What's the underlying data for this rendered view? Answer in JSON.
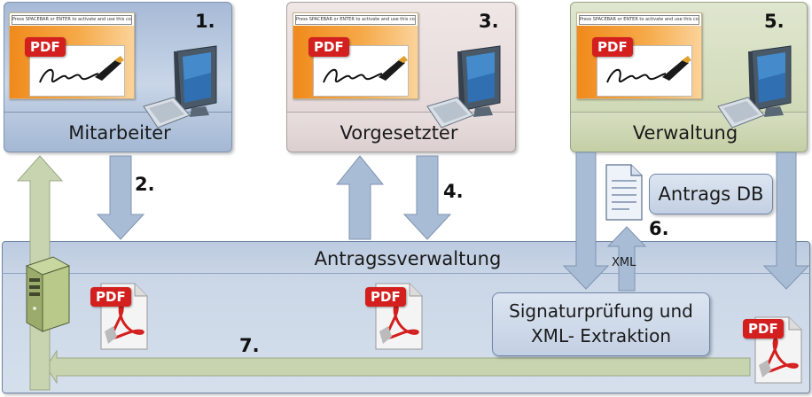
{
  "roles": [
    {
      "step": "1.",
      "label": "Mitarbeiter"
    },
    {
      "step": "3.",
      "label": "Vorgesetzter"
    },
    {
      "step": "5.",
      "label": "Verwaltung"
    }
  ],
  "doc_hint": "Press SPACEBAR or ENTER to activate and use this control",
  "pdf_badge": "PDF",
  "steps": {
    "s2": "2.",
    "s4": "4.",
    "s6": "6.",
    "s7": "7."
  },
  "center": {
    "title": "Antragssverwaltung",
    "antrags_db": "Antrags DB",
    "xml_label": "XML",
    "sig_line1": "Signaturprüfung und",
    "sig_line2": "XML- Extraktion"
  },
  "colors": {
    "blue_box": "#b8c8de",
    "pink_box": "#e8dcdc",
    "green_box": "#d7dfc4",
    "arrow_blue": "#a9bcd6",
    "arrow_green": "#c8d4b0",
    "pdf_red": "#d41f1f"
  }
}
